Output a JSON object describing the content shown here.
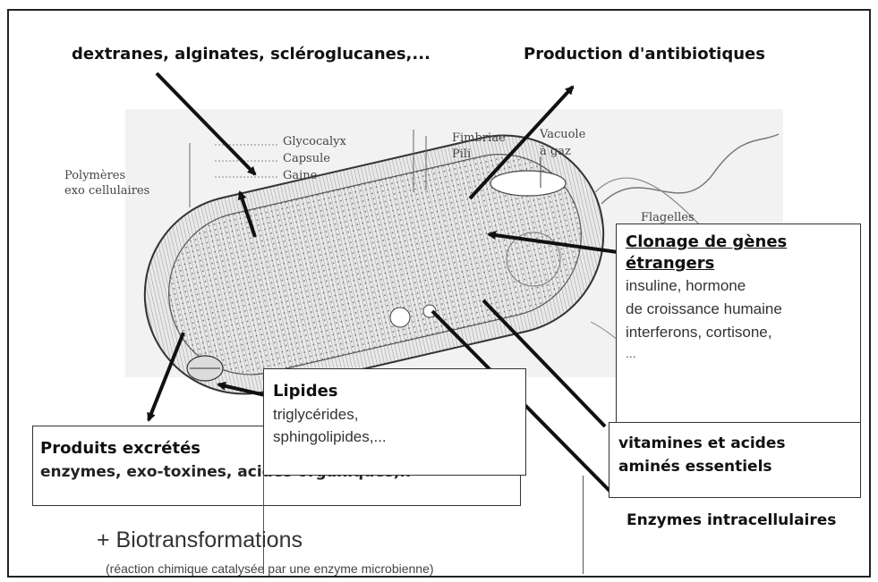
{
  "top_labels": {
    "polysaccharides": "dextranes, alginates, scléroglucanes,...",
    "antibiotics": "Production d'antibiotiques"
  },
  "cell_labels": {
    "polymers": [
      "Polymères",
      "exo cellulaires"
    ],
    "glycocalyx": "Glycocalyx",
    "capsule": "Capsule",
    "gaine": "Gaine",
    "fimbriae": "Fimbriae",
    "pili": "Pili",
    "vacuole": [
      "Vacuole",
      "à gaz"
    ],
    "flagelles": "Flagelles"
  },
  "boxes": {
    "cloning": {
      "title_line1": "Clonage de gènes",
      "title_line2": "étrangers",
      "lines": [
        "insuline, hormone",
        "de croissance humaine",
        "interferons, cortisone,",
        "..."
      ]
    },
    "lipids": {
      "title": "Lipides",
      "lines": [
        "triglycérides,",
        "sphingolipides,..."
      ]
    },
    "excreted": {
      "title": "Produits excrétés",
      "line": "enzymes, exo-toxines, acides organiques,.."
    },
    "vitamins": {
      "lines": [
        "vitamines et acides",
        "aminés essentiels"
      ]
    }
  },
  "enzymes_label": "Enzymes intracellulaires",
  "biotransformations": {
    "title": "+ Biotransformations",
    "caption": "(réaction chimique catalysée par une enzyme microbienne)"
  }
}
